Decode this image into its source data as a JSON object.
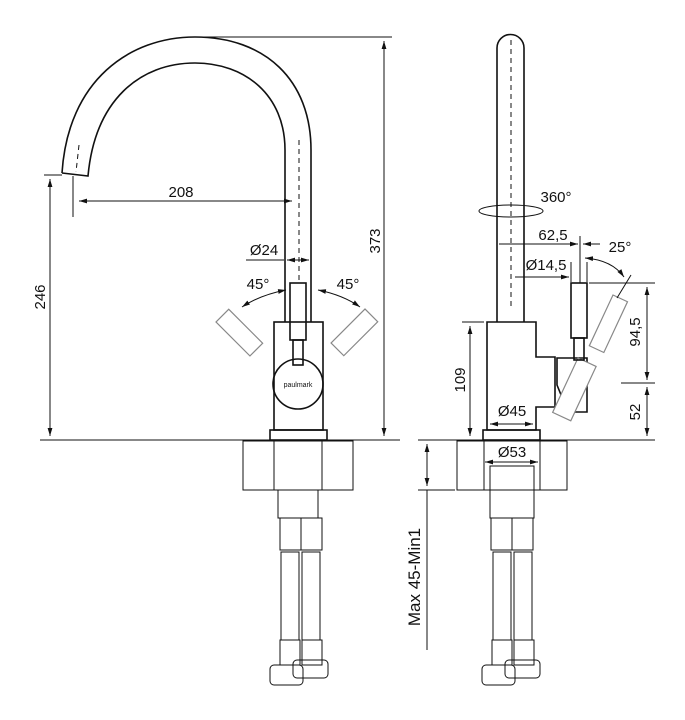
{
  "title": "Faucet technical drawing",
  "brand_logo": "paulmark",
  "front_view": {
    "dim_height_total": "373",
    "dim_spout_height": "246",
    "dim_reach": "208",
    "dim_spout_diameter": "Ø24",
    "angle_left": "45°",
    "angle_right": "45°"
  },
  "side_view": {
    "rotation": "360°",
    "dim_lever_offset": "62,5",
    "lever_angle": "25°",
    "dim_lever_diameter": "Ø14,5",
    "dim_lever_height": "94,5",
    "dim_lever_base": "52",
    "dim_body_height": "109",
    "dim_body_diameter": "Ø45",
    "dim_base_diameter": "Ø53",
    "dim_countertop": "Max 45-Min1"
  },
  "colors": {
    "line": "#111111",
    "ghost": "#888888",
    "background": "#ffffff"
  }
}
